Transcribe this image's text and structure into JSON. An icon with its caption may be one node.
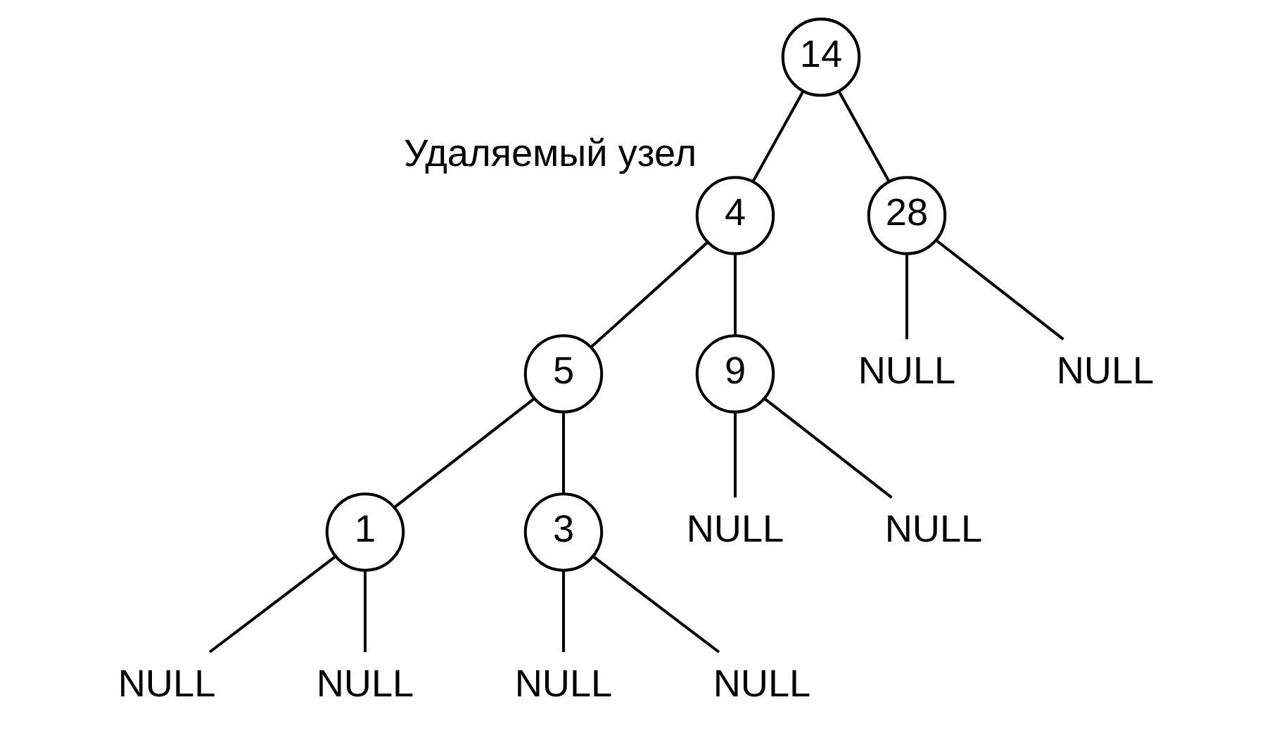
{
  "diagram": {
    "nodes": [
      {
        "text": [
          "14"
        ]
      },
      {
        "text": [
          "4"
        ],
        "beside": [
          "Удаляемый узел"
        ]
      },
      {
        "text": [
          "28"
        ]
      },
      {
        "text": [
          "5"
        ]
      },
      {
        "text": [
          "9"
        ]
      },
      {
        "text": [
          "NULL"
        ]
      },
      {
        "text": [
          "NULL"
        ]
      },
      {
        "text": [
          "1"
        ]
      },
      {
        "text": [
          "3"
        ]
      },
      {
        "text": [
          "NULL"
        ]
      },
      {
        "text": [
          "NULL"
        ]
      },
      {
        "text": [
          "NULL"
        ]
      },
      {
        "text": [
          "NULL"
        ]
      },
      {
        "text": [
          "NULL"
        ]
      },
      {
        "text": [
          "NULL"
        ]
      }
    ],
    "edges": [
      {
        "from": 0,
        "to": 1,
        "arrow": "none"
      },
      {
        "from": 0,
        "to": 2,
        "arrow": "none"
      },
      {
        "from": 1,
        "to": 3,
        "arrow": "none"
      },
      {
        "from": 1,
        "to": 4,
        "arrow": "none"
      },
      {
        "from": 2,
        "to": 5,
        "arrow": "none"
      },
      {
        "from": 2,
        "to": 6,
        "arrow": "none"
      },
      {
        "from": 3,
        "to": 7,
        "arrow": "none"
      },
      {
        "from": 3,
        "to": 8,
        "arrow": "none"
      },
      {
        "from": 4,
        "to": 9,
        "arrow": "none"
      },
      {
        "from": 4,
        "to": 10,
        "arrow": "none"
      },
      {
        "from": 7,
        "to": 11,
        "arrow": "none"
      },
      {
        "from": 7,
        "to": 12,
        "arrow": "none"
      },
      {
        "from": 8,
        "to": 13,
        "arrow": "none"
      },
      {
        "from": 8,
        "to": 14,
        "arrow": "none"
      }
    ]
  }
}
